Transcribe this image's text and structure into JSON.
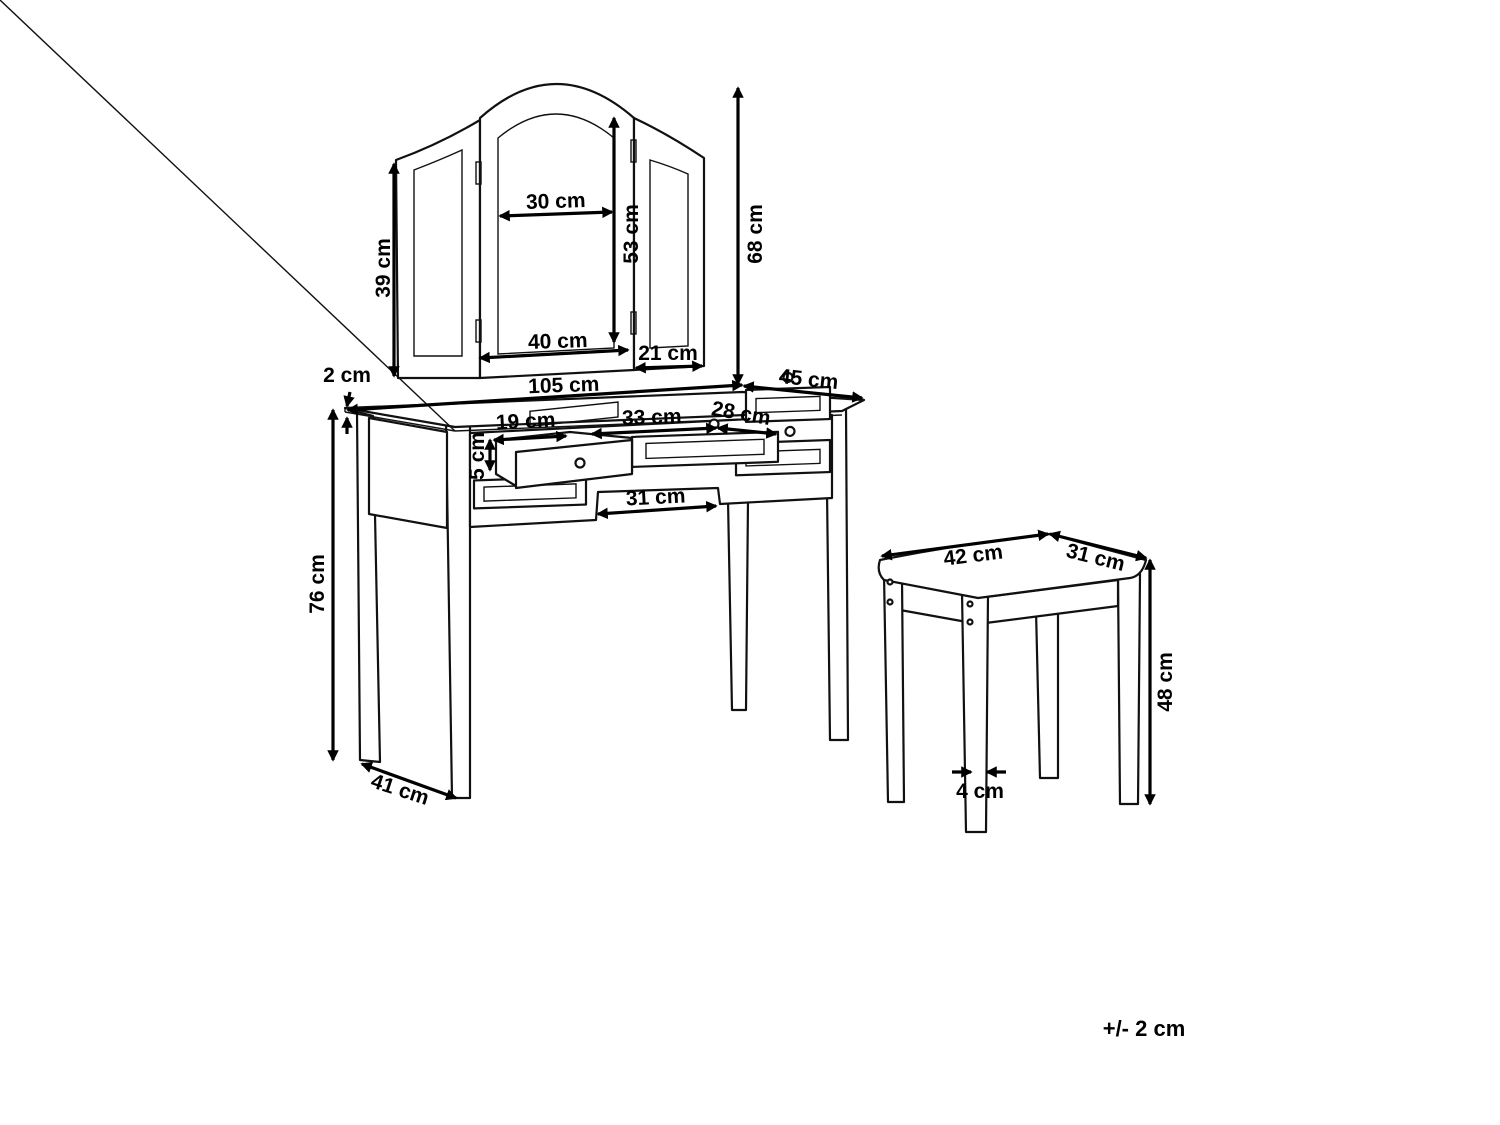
{
  "dimensions": {
    "mirror_center_width": "30 cm",
    "mirror_height_total": "53 cm",
    "overall_height": "68 cm",
    "side_mirror_height": "39 cm",
    "mirror_base_width": "40 cm",
    "side_mirror_width": "21 cm",
    "top_thickness": "2 cm",
    "table_width": "105 cm",
    "table_depth_top": "45 cm",
    "drawer_width_small": "19 cm",
    "drawer_width_center": "33 cm",
    "drawer_depth": "28 cm",
    "drawer_height": "5 cm",
    "knee_space": "31 cm",
    "table_height": "76 cm",
    "table_depth_leg": "41 cm",
    "stool_width": "42 cm",
    "stool_depth": "31 cm",
    "stool_height": "48 cm",
    "leg_thickness": "4 cm"
  },
  "tolerance": "+/- 2 cm"
}
